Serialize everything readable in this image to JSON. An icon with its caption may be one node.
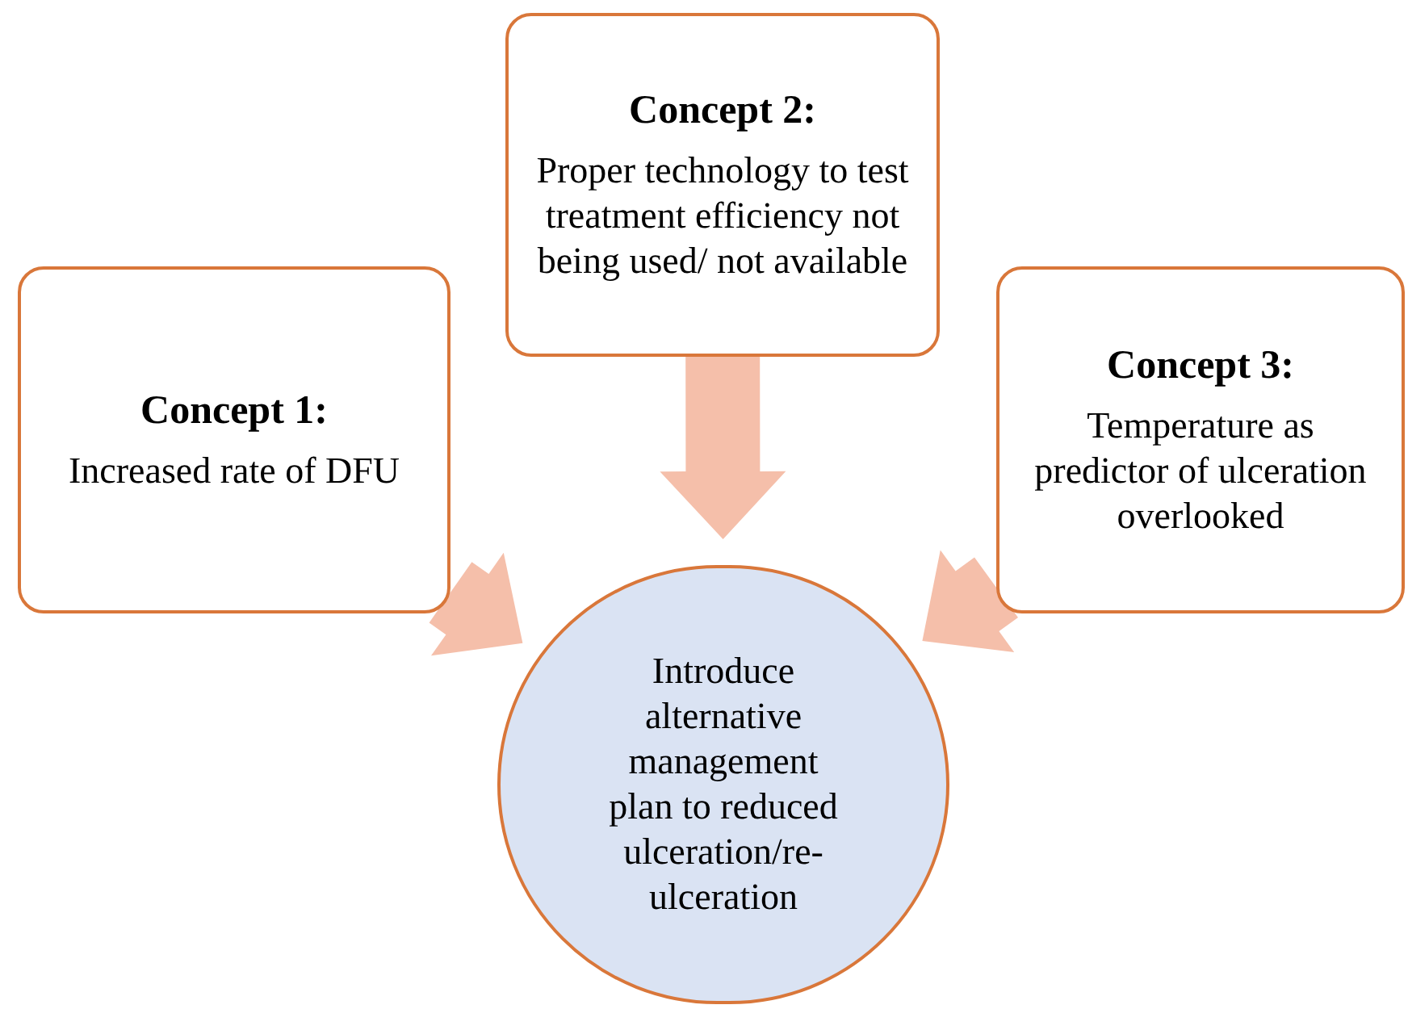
{
  "diagram": {
    "nodes": [
      {
        "text": [
          "Concept 2:",
          "Proper technology to test treatment efficiency not being used/ not available"
        ]
      },
      {
        "text": [
          "Concept 1:",
          "Increased rate of DFU"
        ]
      },
      {
        "text": [
          "Concept 3:",
          "Temperature as predictor of ulceration overlooked"
        ]
      },
      {
        "text": [
          "Introduce alternative management plan to reduced ulceration/re-ulceration"
        ]
      }
    ],
    "edges": [
      {
        "from": 1,
        "to": 3,
        "arrow": "to"
      },
      {
        "from": 0,
        "to": 3,
        "arrow": "to"
      },
      {
        "from": 2,
        "to": 3,
        "arrow": "to"
      }
    ]
  }
}
